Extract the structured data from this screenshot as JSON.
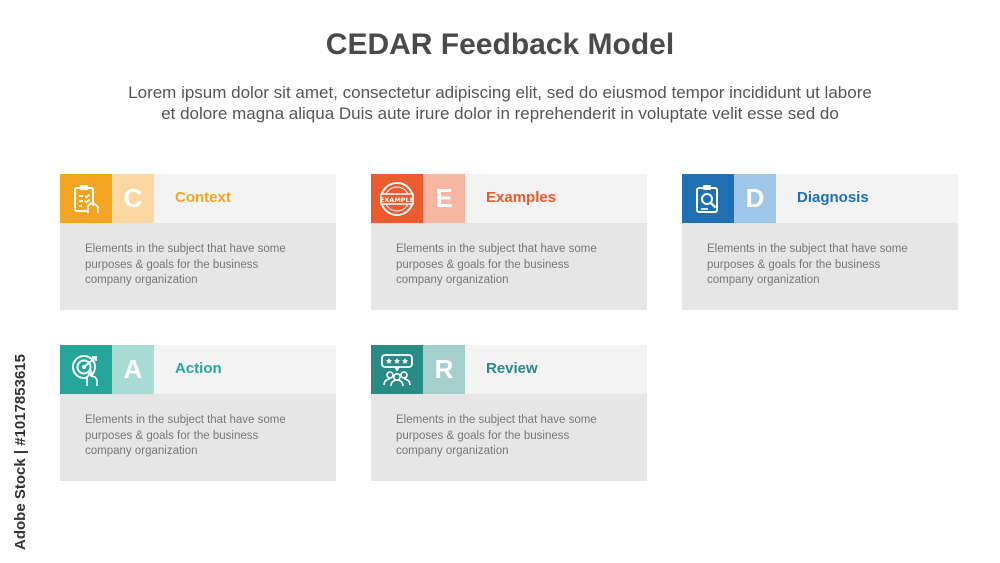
{
  "title": "CEDAR Feedback Model",
  "subtitle_line1": "Lorem ipsum dolor sit amet, consectetur adipiscing elit, sed do eiusmod tempor incididunt ut labore",
  "subtitle_line2": "et dolore magna aliqua Duis aute irure dolor in reprehenderit in voluptate velit esse sed do",
  "watermark": "Adobe Stock | #1017853615",
  "cards": [
    {
      "letter": "C",
      "label": "Context",
      "icon": "clipboard-hand-icon",
      "color": "#f4a623",
      "light": "#fbd7a1",
      "desc": [
        "Elements in the subject that have some",
        "purposes & goals  for the  business",
        "company organization"
      ]
    },
    {
      "letter": "E",
      "label": "Examples",
      "icon": "example-stamp-icon",
      "color": "#ec5b2e",
      "light": "#f6b7a2",
      "desc": [
        "Elements in the subject that have some",
        "purposes & goals  for the  business",
        "company organization"
      ]
    },
    {
      "letter": "D",
      "label": "Diagnosis",
      "icon": "document-search-icon",
      "color": "#1f6fb5",
      "light": "#9fc7ea",
      "desc": [
        "Elements in the subject that have some",
        "purposes & goals  for the  business",
        "company organization"
      ]
    },
    {
      "letter": "A",
      "label": "Action",
      "icon": "target-hand-icon",
      "color": "#26a69a",
      "light": "#a8dbd4",
      "desc": [
        "Elements in the subject that have some",
        "purposes & goals  for the  business",
        "company organization"
      ]
    },
    {
      "letter": "R",
      "label": "Review",
      "icon": "rating-people-icon",
      "color": "#2a8a86",
      "light": "#a4cfcc",
      "desc": [
        "Elements in the subject that have some",
        "purposes & goals  for the  business",
        "company organization"
      ]
    }
  ]
}
